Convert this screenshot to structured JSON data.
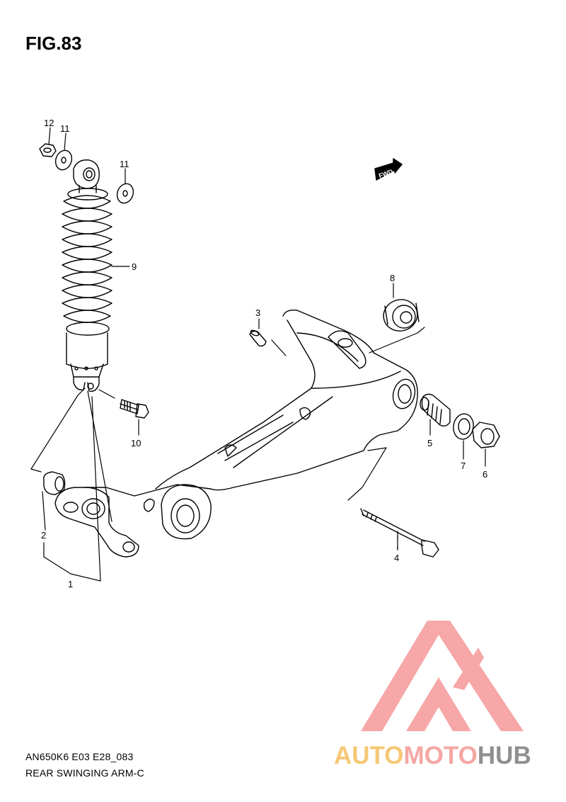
{
  "figure": {
    "title": "FIG.83"
  },
  "callouts": {
    "c1": "1",
    "c2": "2",
    "c3": "3",
    "c4": "4",
    "c5": "5",
    "c6": "6",
    "c7": "7",
    "c8": "8",
    "c9": "9",
    "c10": "10",
    "c11a": "11",
    "c11b": "11",
    "c12": "12"
  },
  "fwd_label": "FWD",
  "footer": {
    "model_code": "AN650K6 E03 E28_083",
    "section_name": "REAR SWINGING ARM-C"
  },
  "watermark": {
    "part1": "AUTO",
    "part2": "MOTO",
    "part3": "HUB",
    "colors": {
      "auto": "#f6c875",
      "moto": "#f4a7a4",
      "hub": "#8f8f8f",
      "logo": "#f7a3a3"
    }
  }
}
